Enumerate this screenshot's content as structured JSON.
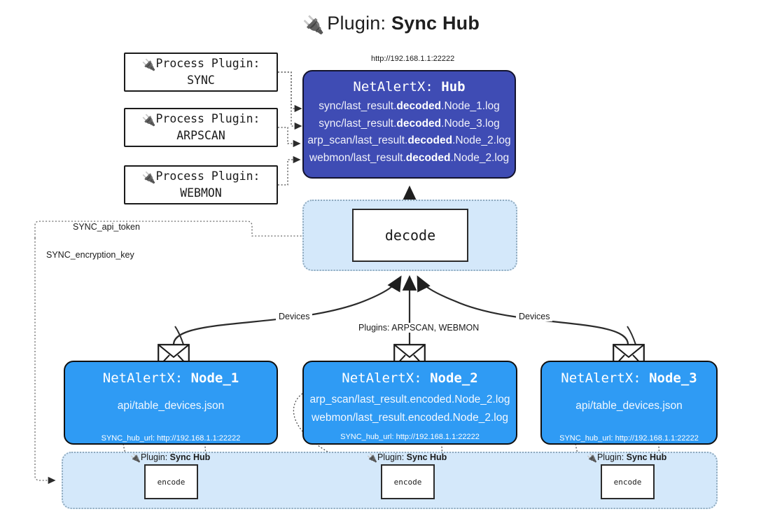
{
  "title": {
    "icon": "plug-icon",
    "prefix": "Plugin:",
    "name": "Sync Hub"
  },
  "process_plugins": [
    {
      "icon": "plug-icon",
      "label": "Process Plugin:",
      "name": "SYNC"
    },
    {
      "icon": "plug-icon",
      "label": "Process Plugin:",
      "name": "ARPSCAN"
    },
    {
      "icon": "plug-icon",
      "label": "Process Plugin:",
      "name": "WEBMON"
    }
  ],
  "hub": {
    "url": "http://192.168.1.1:22222",
    "header_prefix": "NetAlertX:",
    "header_name": "Hub",
    "logs": [
      {
        "pre": "sync/last_result.",
        "mid": "decoded",
        "post": ".Node_1.log"
      },
      {
        "pre": "sync/last_result.",
        "mid": "decoded",
        "post": ".Node_3.log"
      },
      {
        "pre": "arp_scan/last_result.",
        "mid": "decoded",
        "post": ".Node_2.log"
      },
      {
        "pre": "webmon/last_result.",
        "mid": "decoded",
        "post": ".Node_2.log"
      }
    ]
  },
  "decode": {
    "label": "decode"
  },
  "secrets": [
    {
      "label": "SYNC_api_token"
    },
    {
      "label": "SYNC_encryption_key"
    }
  ],
  "edge_labels": {
    "devices_left": "Devices",
    "devices_right": "Devices",
    "plugins_center": "Plugins: ARPSCAN, WEBMON"
  },
  "nodes": [
    {
      "header_prefix": "NetAlertX:",
      "header_name": "Node_1",
      "lines": [
        "api/table_devices.json"
      ],
      "hub_url_label": "SYNC_hub_url: http://192.168.1.1:22222",
      "icon": "envelope-icon"
    },
    {
      "header_prefix": "NetAlertX:",
      "header_name": "Node_2",
      "lines": [
        "arp_scan/last_result.encoded.Node_2.log",
        "webmon/last_result.encoded.Node_2.log"
      ],
      "hub_url_label": "SYNC_hub_url: http://192.168.1.1:22222",
      "icon": "envelope-icon"
    },
    {
      "header_prefix": "NetAlertX:",
      "header_name": "Node_3",
      "lines": [
        "api/table_devices.json"
      ],
      "hub_url_label": "SYNC_hub_url: http://192.168.1.1:22222",
      "icon": "envelope-icon"
    }
  ],
  "plugin_subgraphs": [
    {
      "icon": "plug-icon",
      "prefix": "Plugin:",
      "name": "Sync Hub",
      "box": "encode"
    },
    {
      "icon": "plug-icon",
      "prefix": "Plugin:",
      "name": "Sync Hub",
      "box": "encode"
    },
    {
      "icon": "plug-icon",
      "prefix": "Plugin:",
      "name": "Sync Hub",
      "box": "encode"
    }
  ],
  "colors": {
    "hub_fill": "#3f4cb4",
    "node_fill": "#2f9bf4",
    "subgraph_fill": "#d4e8fa",
    "subgraph_border": "#8fa9bd",
    "stroke": "#2b2b2b"
  }
}
